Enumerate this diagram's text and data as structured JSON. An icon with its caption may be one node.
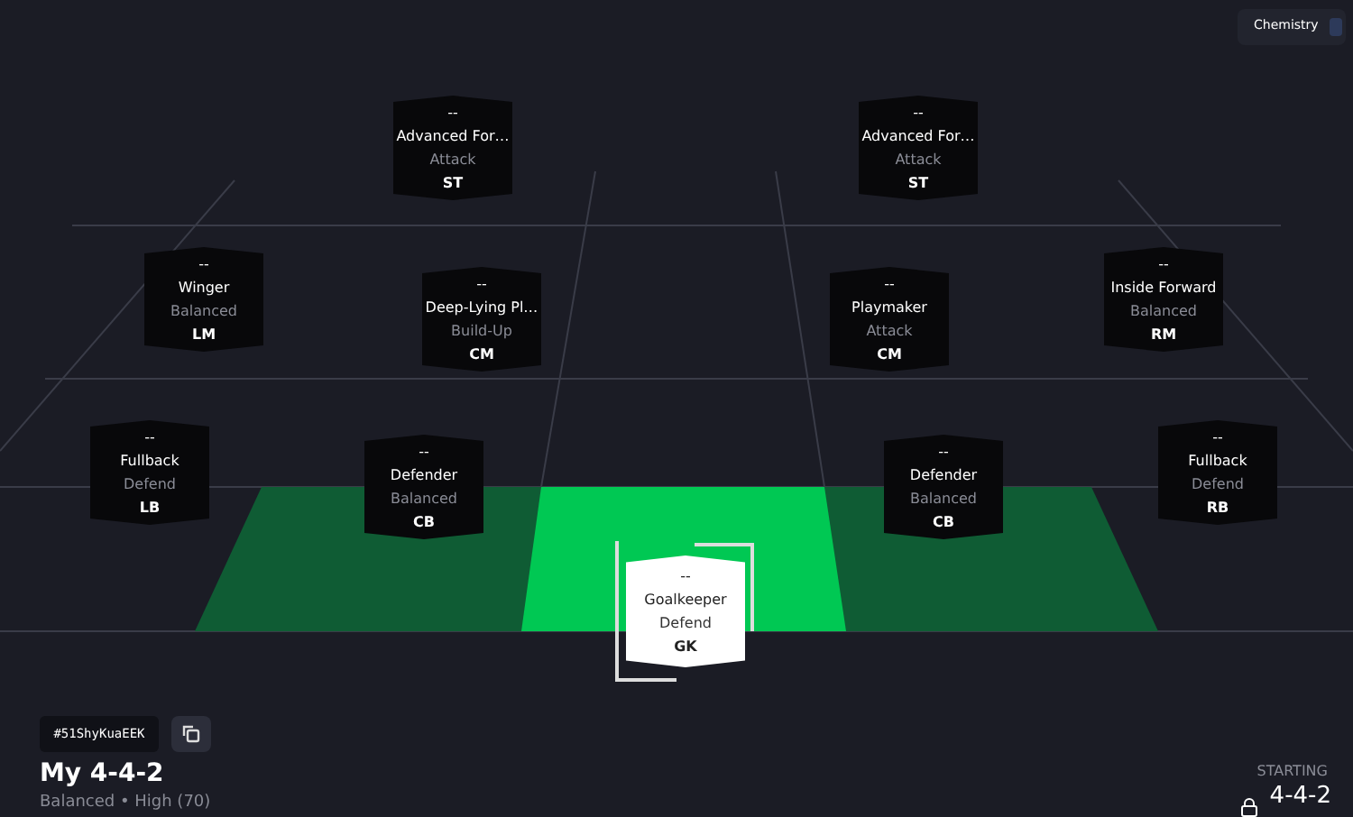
{
  "diagram": {
    "nodes": [
      {
        "text": [
          "--",
          "Advanced For…",
          "Attack",
          "ST"
        ]
      },
      {
        "text": [
          "--",
          "Advanced For…",
          "Attack",
          "ST"
        ]
      },
      {
        "text": [
          "--",
          "Winger",
          "Balanced",
          "LM"
        ]
      },
      {
        "text": [
          "--",
          "Deep-Lying Pl…",
          "Build-Up",
          "CM"
        ]
      },
      {
        "text": [
          "--",
          "Playmaker",
          "Attack",
          "CM"
        ]
      },
      {
        "text": [
          "--",
          "Inside Forward",
          "Balanced",
          "RM"
        ]
      },
      {
        "text": [
          "--",
          "Fullback",
          "Defend",
          "LB"
        ]
      },
      {
        "text": [
          "--",
          "Defender",
          "Balanced",
          "CB"
        ]
      },
      {
        "text": [
          "--",
          "Defender",
          "Balanced",
          "CB"
        ]
      },
      {
        "text": [
          "--",
          "Fullback",
          "Defend",
          "RB"
        ]
      },
      {
        "text": [
          "--",
          "Goalkeeper",
          "Defend",
          "GK"
        ]
      }
    ],
    "labels": [
      "Chemistry",
      "#51ShyKuaEEK",
      "My 4-4-2",
      "Balanced • High (70)",
      "STARTING",
      "4-4-2"
    ]
  }
}
